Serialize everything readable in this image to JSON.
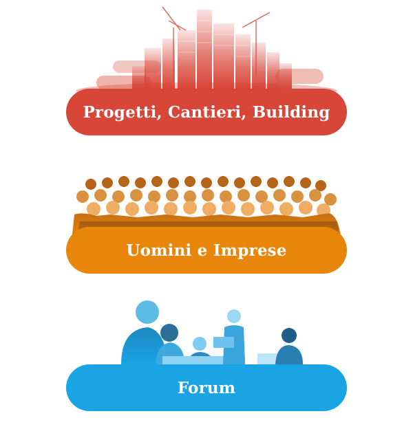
{
  "sections": [
    {
      "label": "Progetti, Cantieri, Building",
      "image_icon": "city-skyline-icon",
      "color": "#d84638"
    },
    {
      "label": "Uomini e Imprese",
      "image_icon": "crowd-people-icon",
      "color": "#e8860c"
    },
    {
      "label": "Forum",
      "image_icon": "meeting-people-icon",
      "color": "#1aa4e4"
    }
  ]
}
